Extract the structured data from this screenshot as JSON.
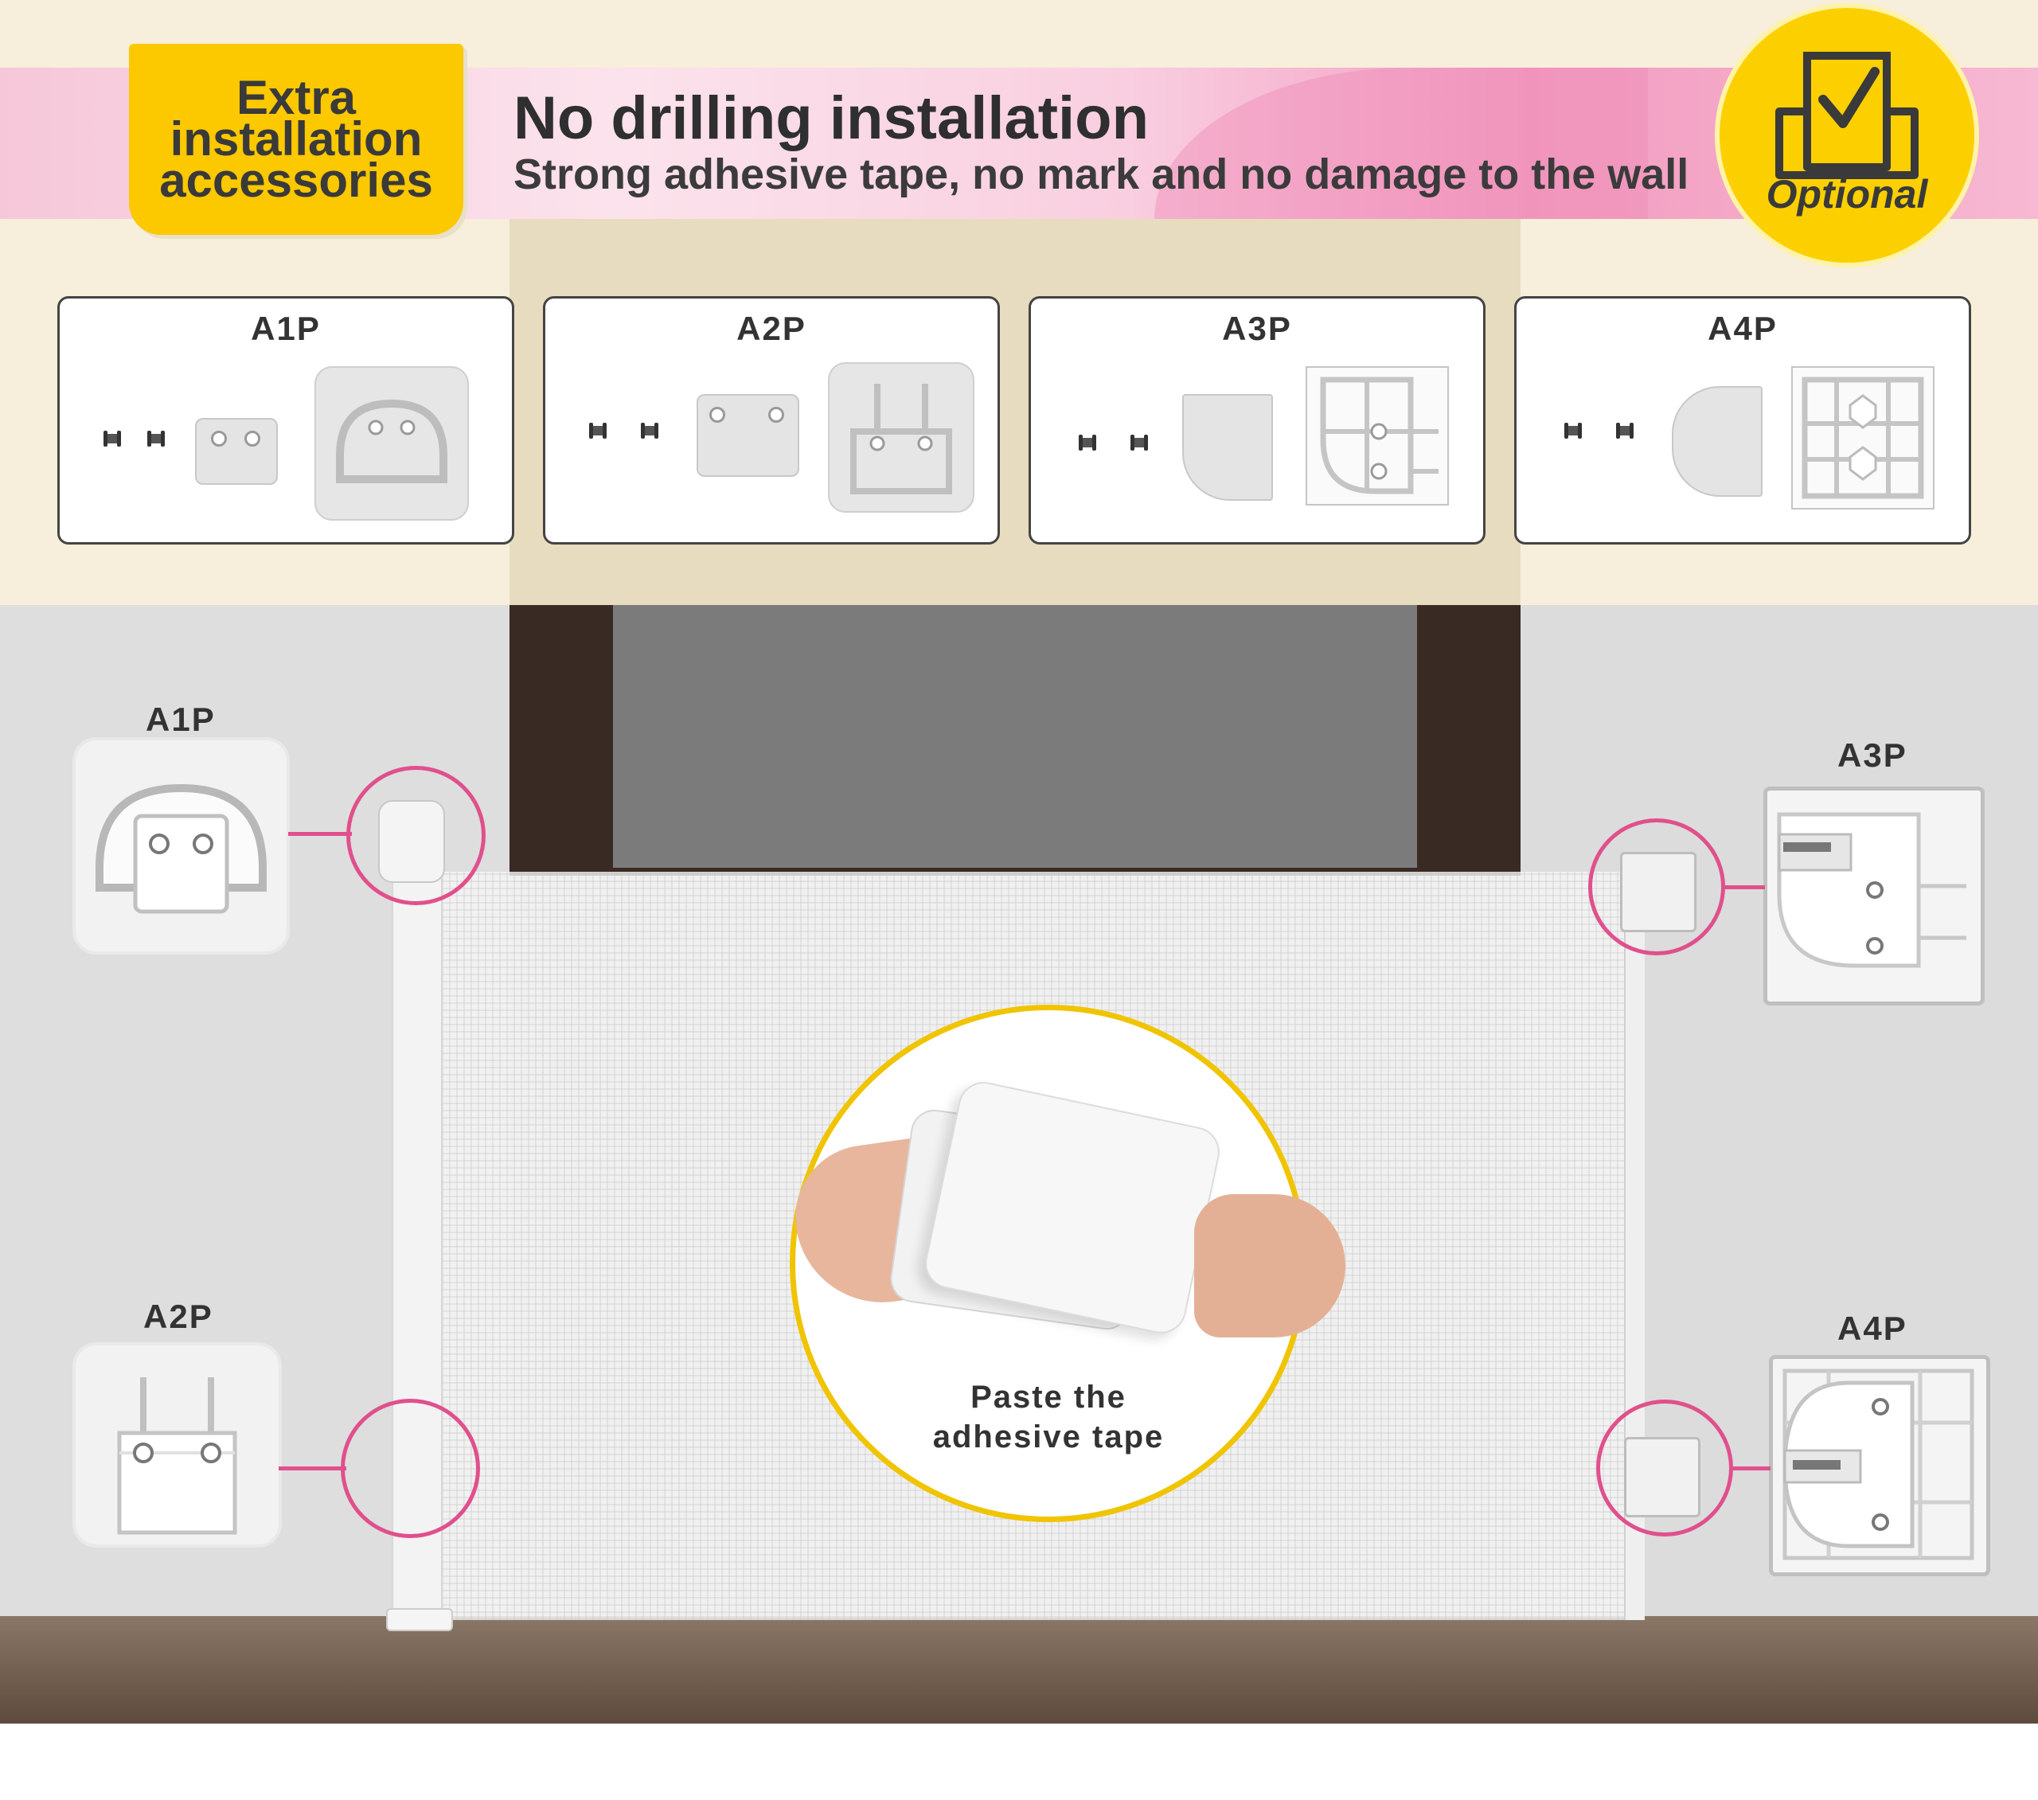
{
  "badge": {
    "text": "Extra\ninstallation\naccessories"
  },
  "header": {
    "title": "No drilling installation",
    "subtitle": "Strong adhesive tape, no mark and no damage to the wall"
  },
  "optional": {
    "text": "Optional"
  },
  "cards": [
    {
      "title": "A1P"
    },
    {
      "title": "A2P"
    },
    {
      "title": "A3P"
    },
    {
      "title": "A4P"
    }
  ],
  "callouts": {
    "a1p": "A1P",
    "a2p": "A2P",
    "a3p": "A3P",
    "a4p": "A4P"
  },
  "center": {
    "caption": "Paste the\nadhesive tape"
  },
  "colors": {
    "accent_yellow": "#fcc800",
    "connector_pink": "#e0508c",
    "ribbon_pink": "#f29cc0"
  }
}
